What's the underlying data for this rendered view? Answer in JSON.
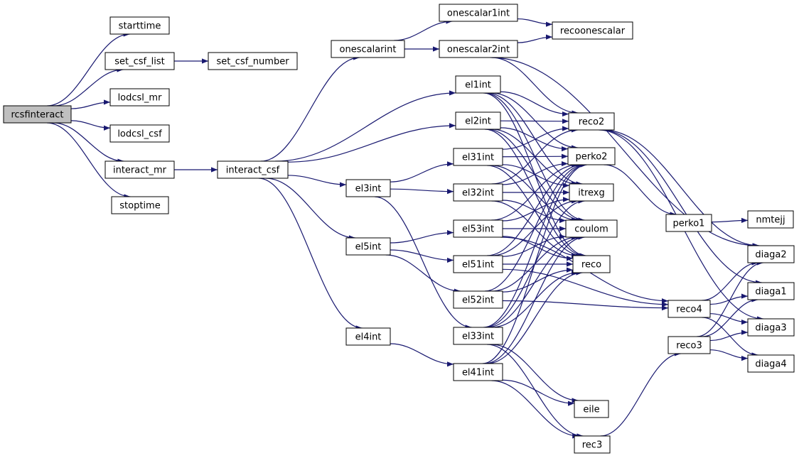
{
  "colors": {
    "root_fill": "#bfbfbf",
    "node_fill": "#ffffff",
    "edge": "#191970",
    "border": "#000000"
  },
  "nodes": [
    {
      "id": "rcsfinteract",
      "label": "rcsfinteract",
      "root": true
    },
    {
      "id": "starttime",
      "label": "starttime"
    },
    {
      "id": "set_csf_list",
      "label": "set_csf_list"
    },
    {
      "id": "set_csf_number",
      "label": "set_csf_number"
    },
    {
      "id": "lodcsl_mr",
      "label": "lodcsl_mr"
    },
    {
      "id": "lodcsl_csf",
      "label": "lodcsl_csf"
    },
    {
      "id": "interact_mr",
      "label": "interact_mr"
    },
    {
      "id": "stoptime",
      "label": "stoptime"
    },
    {
      "id": "interact_csf",
      "label": "interact_csf"
    },
    {
      "id": "onescalarint",
      "label": "onescalarint"
    },
    {
      "id": "onescalar1int",
      "label": "onescalar1int"
    },
    {
      "id": "onescalar2int",
      "label": "onescalar2int"
    },
    {
      "id": "recoonescalar",
      "label": "recoonescalar"
    },
    {
      "id": "el1int",
      "label": "el1int"
    },
    {
      "id": "el2int",
      "label": "el2int"
    },
    {
      "id": "el3int",
      "label": "el3int"
    },
    {
      "id": "el31int",
      "label": "el31int"
    },
    {
      "id": "el32int",
      "label": "el32int"
    },
    {
      "id": "el33int",
      "label": "el33int"
    },
    {
      "id": "el5int",
      "label": "el5int"
    },
    {
      "id": "el51int",
      "label": "el51int"
    },
    {
      "id": "el52int",
      "label": "el52int"
    },
    {
      "id": "el53int",
      "label": "el53int"
    },
    {
      "id": "el4int",
      "label": "el4int"
    },
    {
      "id": "el41int",
      "label": "el41int"
    },
    {
      "id": "reco2",
      "label": "reco2"
    },
    {
      "id": "perko2",
      "label": "perko2"
    },
    {
      "id": "itrexg",
      "label": "itrexg"
    },
    {
      "id": "coulom",
      "label": "coulom"
    },
    {
      "id": "reco",
      "label": "reco"
    },
    {
      "id": "eile",
      "label": "eile"
    },
    {
      "id": "rec3",
      "label": "rec3"
    },
    {
      "id": "perko1",
      "label": "perko1"
    },
    {
      "id": "nmtejj",
      "label": "nmtejj"
    },
    {
      "id": "reco4",
      "label": "reco4"
    },
    {
      "id": "reco3",
      "label": "reco3"
    },
    {
      "id": "diaga2",
      "label": "diaga2"
    },
    {
      "id": "diaga1",
      "label": "diaga1"
    },
    {
      "id": "diaga3",
      "label": "diaga3"
    },
    {
      "id": "diaga4",
      "label": "diaga4"
    }
  ],
  "edges": [
    [
      "rcsfinteract",
      "starttime"
    ],
    [
      "rcsfinteract",
      "set_csf_list"
    ],
    [
      "rcsfinteract",
      "lodcsl_mr"
    ],
    [
      "rcsfinteract",
      "lodcsl_csf"
    ],
    [
      "rcsfinteract",
      "interact_mr"
    ],
    [
      "rcsfinteract",
      "stoptime"
    ],
    [
      "set_csf_list",
      "set_csf_number"
    ],
    [
      "interact_mr",
      "interact_csf"
    ],
    [
      "interact_csf",
      "onescalarint"
    ],
    [
      "interact_csf",
      "el1int"
    ],
    [
      "interact_csf",
      "el2int"
    ],
    [
      "interact_csf",
      "el3int"
    ],
    [
      "interact_csf",
      "el5int"
    ],
    [
      "interact_csf",
      "el4int"
    ],
    [
      "onescalarint",
      "onescalar1int"
    ],
    [
      "onescalarint",
      "onescalar2int"
    ],
    [
      "onescalar1int",
      "recoonescalar"
    ],
    [
      "onescalar2int",
      "recoonescalar"
    ],
    [
      "onescalar2int",
      "reco2"
    ],
    [
      "onescalar2int",
      "diaga2"
    ],
    [
      "el3int",
      "el31int"
    ],
    [
      "el3int",
      "el32int"
    ],
    [
      "el3int",
      "el33int"
    ],
    [
      "el5int",
      "el53int"
    ],
    [
      "el5int",
      "el51int"
    ],
    [
      "el5int",
      "el52int"
    ],
    [
      "el4int",
      "el41int"
    ],
    [
      "el1int",
      "reco2"
    ],
    [
      "el1int",
      "perko2"
    ],
    [
      "el1int",
      "itrexg"
    ],
    [
      "el1int",
      "coulom"
    ],
    [
      "el1int",
      "reco"
    ],
    [
      "el2int",
      "reco2"
    ],
    [
      "el2int",
      "perko2"
    ],
    [
      "el2int",
      "itrexg"
    ],
    [
      "el2int",
      "coulom"
    ],
    [
      "el2int",
      "reco"
    ],
    [
      "el31int",
      "reco2"
    ],
    [
      "el31int",
      "perko2"
    ],
    [
      "el31int",
      "itrexg"
    ],
    [
      "el31int",
      "coulom"
    ],
    [
      "el31int",
      "reco"
    ],
    [
      "el32int",
      "reco2"
    ],
    [
      "el32int",
      "perko2"
    ],
    [
      "el32int",
      "itrexg"
    ],
    [
      "el32int",
      "coulom"
    ],
    [
      "el32int",
      "reco"
    ],
    [
      "el53int",
      "perko2"
    ],
    [
      "el53int",
      "itrexg"
    ],
    [
      "el53int",
      "coulom"
    ],
    [
      "el53int",
      "reco"
    ],
    [
      "el53int",
      "reco4"
    ],
    [
      "el51int",
      "perko2"
    ],
    [
      "el51int",
      "itrexg"
    ],
    [
      "el51int",
      "coulom"
    ],
    [
      "el51int",
      "reco"
    ],
    [
      "el51int",
      "reco4"
    ],
    [
      "el52int",
      "perko2"
    ],
    [
      "el52int",
      "coulom"
    ],
    [
      "el52int",
      "reco"
    ],
    [
      "el52int",
      "reco4"
    ],
    [
      "el33int",
      "perko2"
    ],
    [
      "el33int",
      "itrexg"
    ],
    [
      "el33int",
      "coulom"
    ],
    [
      "el33int",
      "reco"
    ],
    [
      "el33int",
      "eile"
    ],
    [
      "el33int",
      "rec3"
    ],
    [
      "el41int",
      "perko2"
    ],
    [
      "el41int",
      "coulom"
    ],
    [
      "el41int",
      "reco"
    ],
    [
      "el41int",
      "eile"
    ],
    [
      "el41int",
      "rec3"
    ],
    [
      "reco2",
      "diaga2"
    ],
    [
      "reco2",
      "diaga1"
    ],
    [
      "reco2",
      "diaga3"
    ],
    [
      "perko2",
      "perko1"
    ],
    [
      "perko1",
      "nmtejj"
    ],
    [
      "reco4",
      "diaga2"
    ],
    [
      "reco4",
      "diaga1"
    ],
    [
      "reco4",
      "diaga3"
    ],
    [
      "reco4",
      "diaga4"
    ],
    [
      "reco3",
      "diaga2"
    ],
    [
      "reco3",
      "diaga1"
    ],
    [
      "reco3",
      "diaga3"
    ],
    [
      "reco3",
      "diaga4"
    ],
    [
      "rec3",
      "reco3"
    ]
  ]
}
